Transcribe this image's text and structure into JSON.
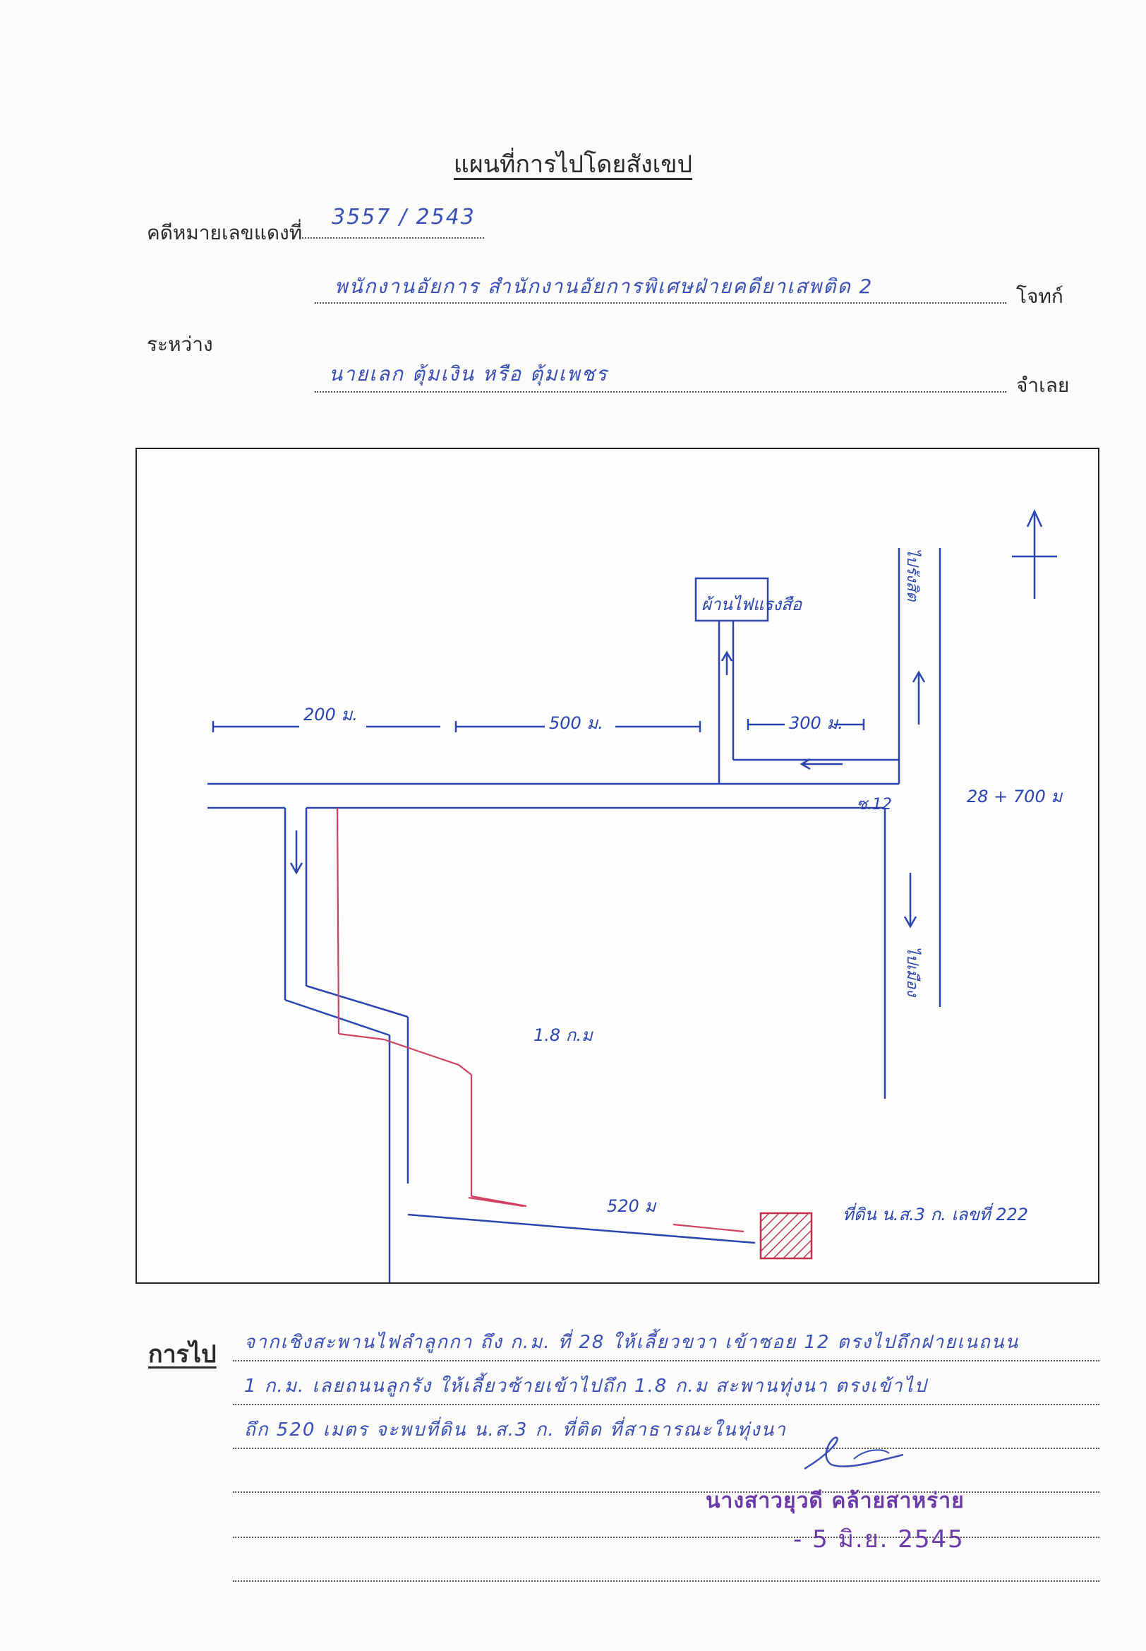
{
  "header": {
    "title": "แผนที่การไปโดยสังเขป",
    "case_label": "คดีหมายเลขแดงที่",
    "case_number": "3557 / 2543",
    "plaintiff_name": "พนักงานอัยการ  สำนักงานอัยการพิเศษฝ่ายคดียาเสพติด 2",
    "plaintiff_label": "โจทก์",
    "between_label": "ระหว่าง",
    "defendant_name": "นายเลก   ตุ้มเงิน   หรือ  ตุ้มเพชร",
    "defendant_label": "จำเลย"
  },
  "map": {
    "north_arrow": "north-arrow-icon",
    "landmark_top": "ผ้านไฟแรงสือ",
    "dist_200": "200 ม.",
    "dist_500": "500 ม.",
    "dist_300": "300 ม.",
    "soi_label": "ซ.12",
    "km_marker": "28 + 700 ม",
    "road_north": "ไปรังสิต",
    "road_south": "ไปเมือง",
    "dist_1_8": "1.8 ก.ม",
    "dist_520": "520 ม",
    "target_label": "ที่ดิน น.ส.3 ก. เลขที่ 222",
    "target_color": "#c0304a",
    "route_color": "#d04060",
    "road_color": "#2b45b0"
  },
  "directions": {
    "label": "การไป",
    "lines": [
      "จากเชิงสะพานไฟลำลูกกา ถึง ก.ม. ที่ 28 ให้เลี้ยวขวา เข้าซอย 12 ตรงไปถึกฝายเนถนน",
      "1 ก.ม. เลยถนนลูกรัง ให้เลี้ยวซ้ายเข้าไปถึก 1.8 ก.ม สะพานทุ่งนา ตรงเข้าไป",
      "ถึก 520 เมตร จะพบที่ดิน น.ส.3 ก. ที่ติด ที่สาธารณะในทุ่งนา"
    ]
  },
  "signature": {
    "name": "นางสาวยุวดี  คล้ายสาหร่าย",
    "date": "- 5  มิ.ย. 2545"
  }
}
